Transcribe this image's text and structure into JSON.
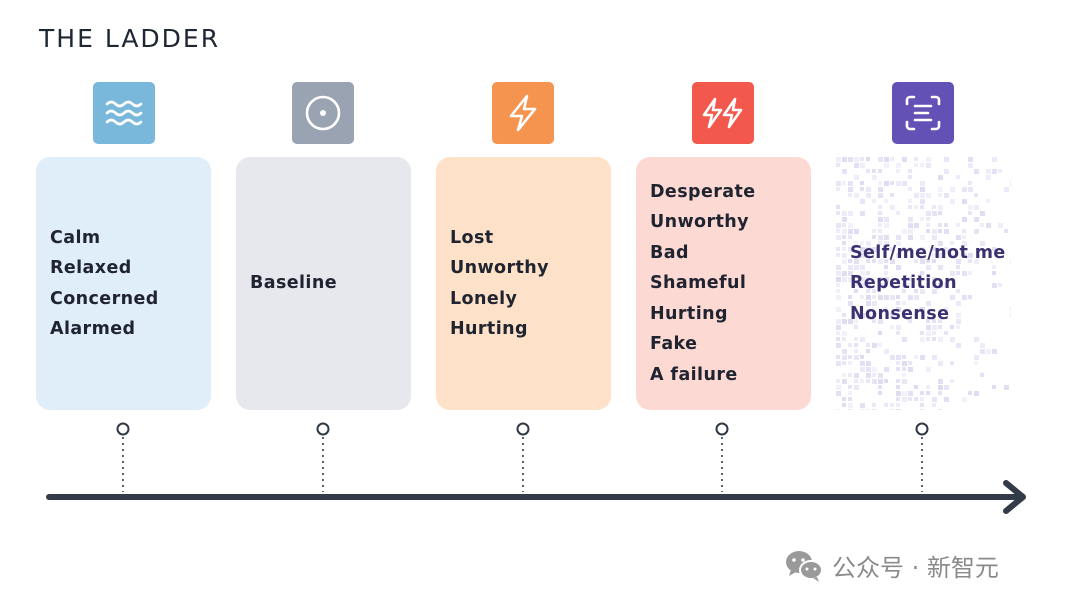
{
  "title": "THE LADDER",
  "stages": [
    {
      "icon": "waves-icon",
      "icon_color": "#7ab8db",
      "card_color": "#e0eef9",
      "words": [
        "Calm",
        "Relaxed",
        "Concerned",
        "Alarmed"
      ]
    },
    {
      "icon": "circle-dot-icon",
      "icon_color": "#9aa3b2",
      "card_color": "#e6e8ee",
      "words": [
        "Baseline"
      ]
    },
    {
      "icon": "lightning-icon",
      "icon_color": "#f5944f",
      "card_color": "#fde1c8",
      "words": [
        "Lost",
        "Unworthy",
        "Lonely",
        "Hurting"
      ]
    },
    {
      "icon": "double-lightning-icon",
      "icon_color": "#f2584b",
      "card_color": "#fdd9d3",
      "words": [
        "Desperate",
        "Unworthy",
        "Bad",
        "Shameful",
        "Hurting",
        "Fake",
        "A failure"
      ]
    },
    {
      "icon": "text-scan-icon",
      "icon_color": "#6451b6",
      "card_color": "#dedbf2",
      "words": [
        "Self/me/not me",
        "Repetition",
        "Nonsense"
      ]
    }
  ],
  "watermark": {
    "icon": "wechat-icon",
    "text": "公众号 · 新智元"
  }
}
